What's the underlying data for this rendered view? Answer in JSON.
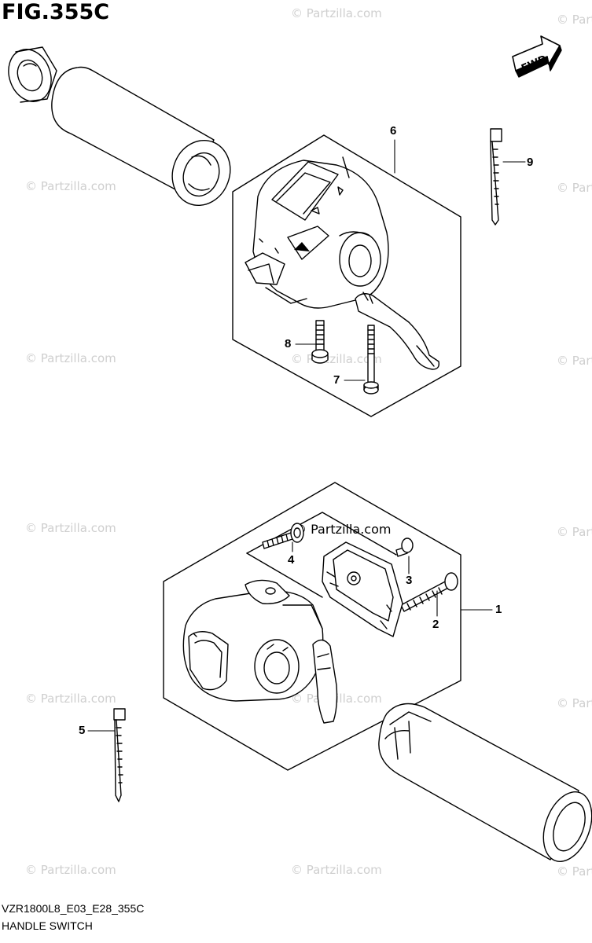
{
  "figure": {
    "title": "FIG.355C",
    "model_code": "VZR1800L8_E03_E28_355C",
    "caption": "HANDLE SWITCH"
  },
  "direction_indicator": {
    "label": "FWD"
  },
  "watermark": {
    "text": "© Partzilla.com"
  },
  "callouts": [
    {
      "number": "1"
    },
    {
      "number": "2"
    },
    {
      "number": "3"
    },
    {
      "number": "4"
    },
    {
      "number": "5"
    },
    {
      "number": "6"
    },
    {
      "number": "7"
    },
    {
      "number": "8"
    },
    {
      "number": "9"
    }
  ]
}
